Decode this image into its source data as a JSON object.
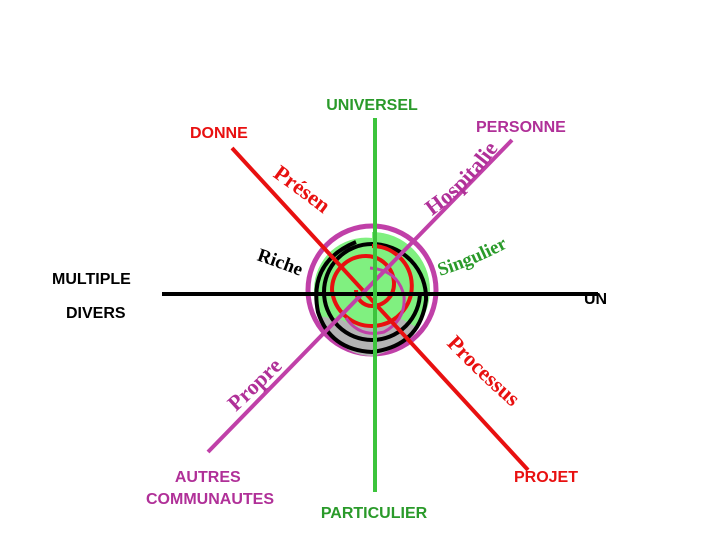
{
  "axes": {
    "top": "UNIVERSEL",
    "bottom": "PARTICULIER",
    "right": "UN",
    "left_upper": "MULTIPLE",
    "left_lower": "DIVERS",
    "upper_left": "DONNE",
    "upper_right": "PERSONNE",
    "lower_left": "AUTRES COMMUNAUTES",
    "lower_right": "PROJET"
  },
  "curved_labels": {
    "present": "Présent",
    "hospitalier": "Hospitalier",
    "riche": "Riche",
    "singulier": "Singulier",
    "propre": "Propre",
    "processus": "Processus"
  },
  "colors": {
    "green_axis": "#3cc43c",
    "black_axis": "#000000",
    "red_axis": "#e81010",
    "purple_axis": "#c040a8",
    "fill_green": "#80f080",
    "fill_gray": "#b4b4b4",
    "text_red": "#e81010",
    "text_purple": "#b03098",
    "text_green": "#2a9a2a"
  }
}
